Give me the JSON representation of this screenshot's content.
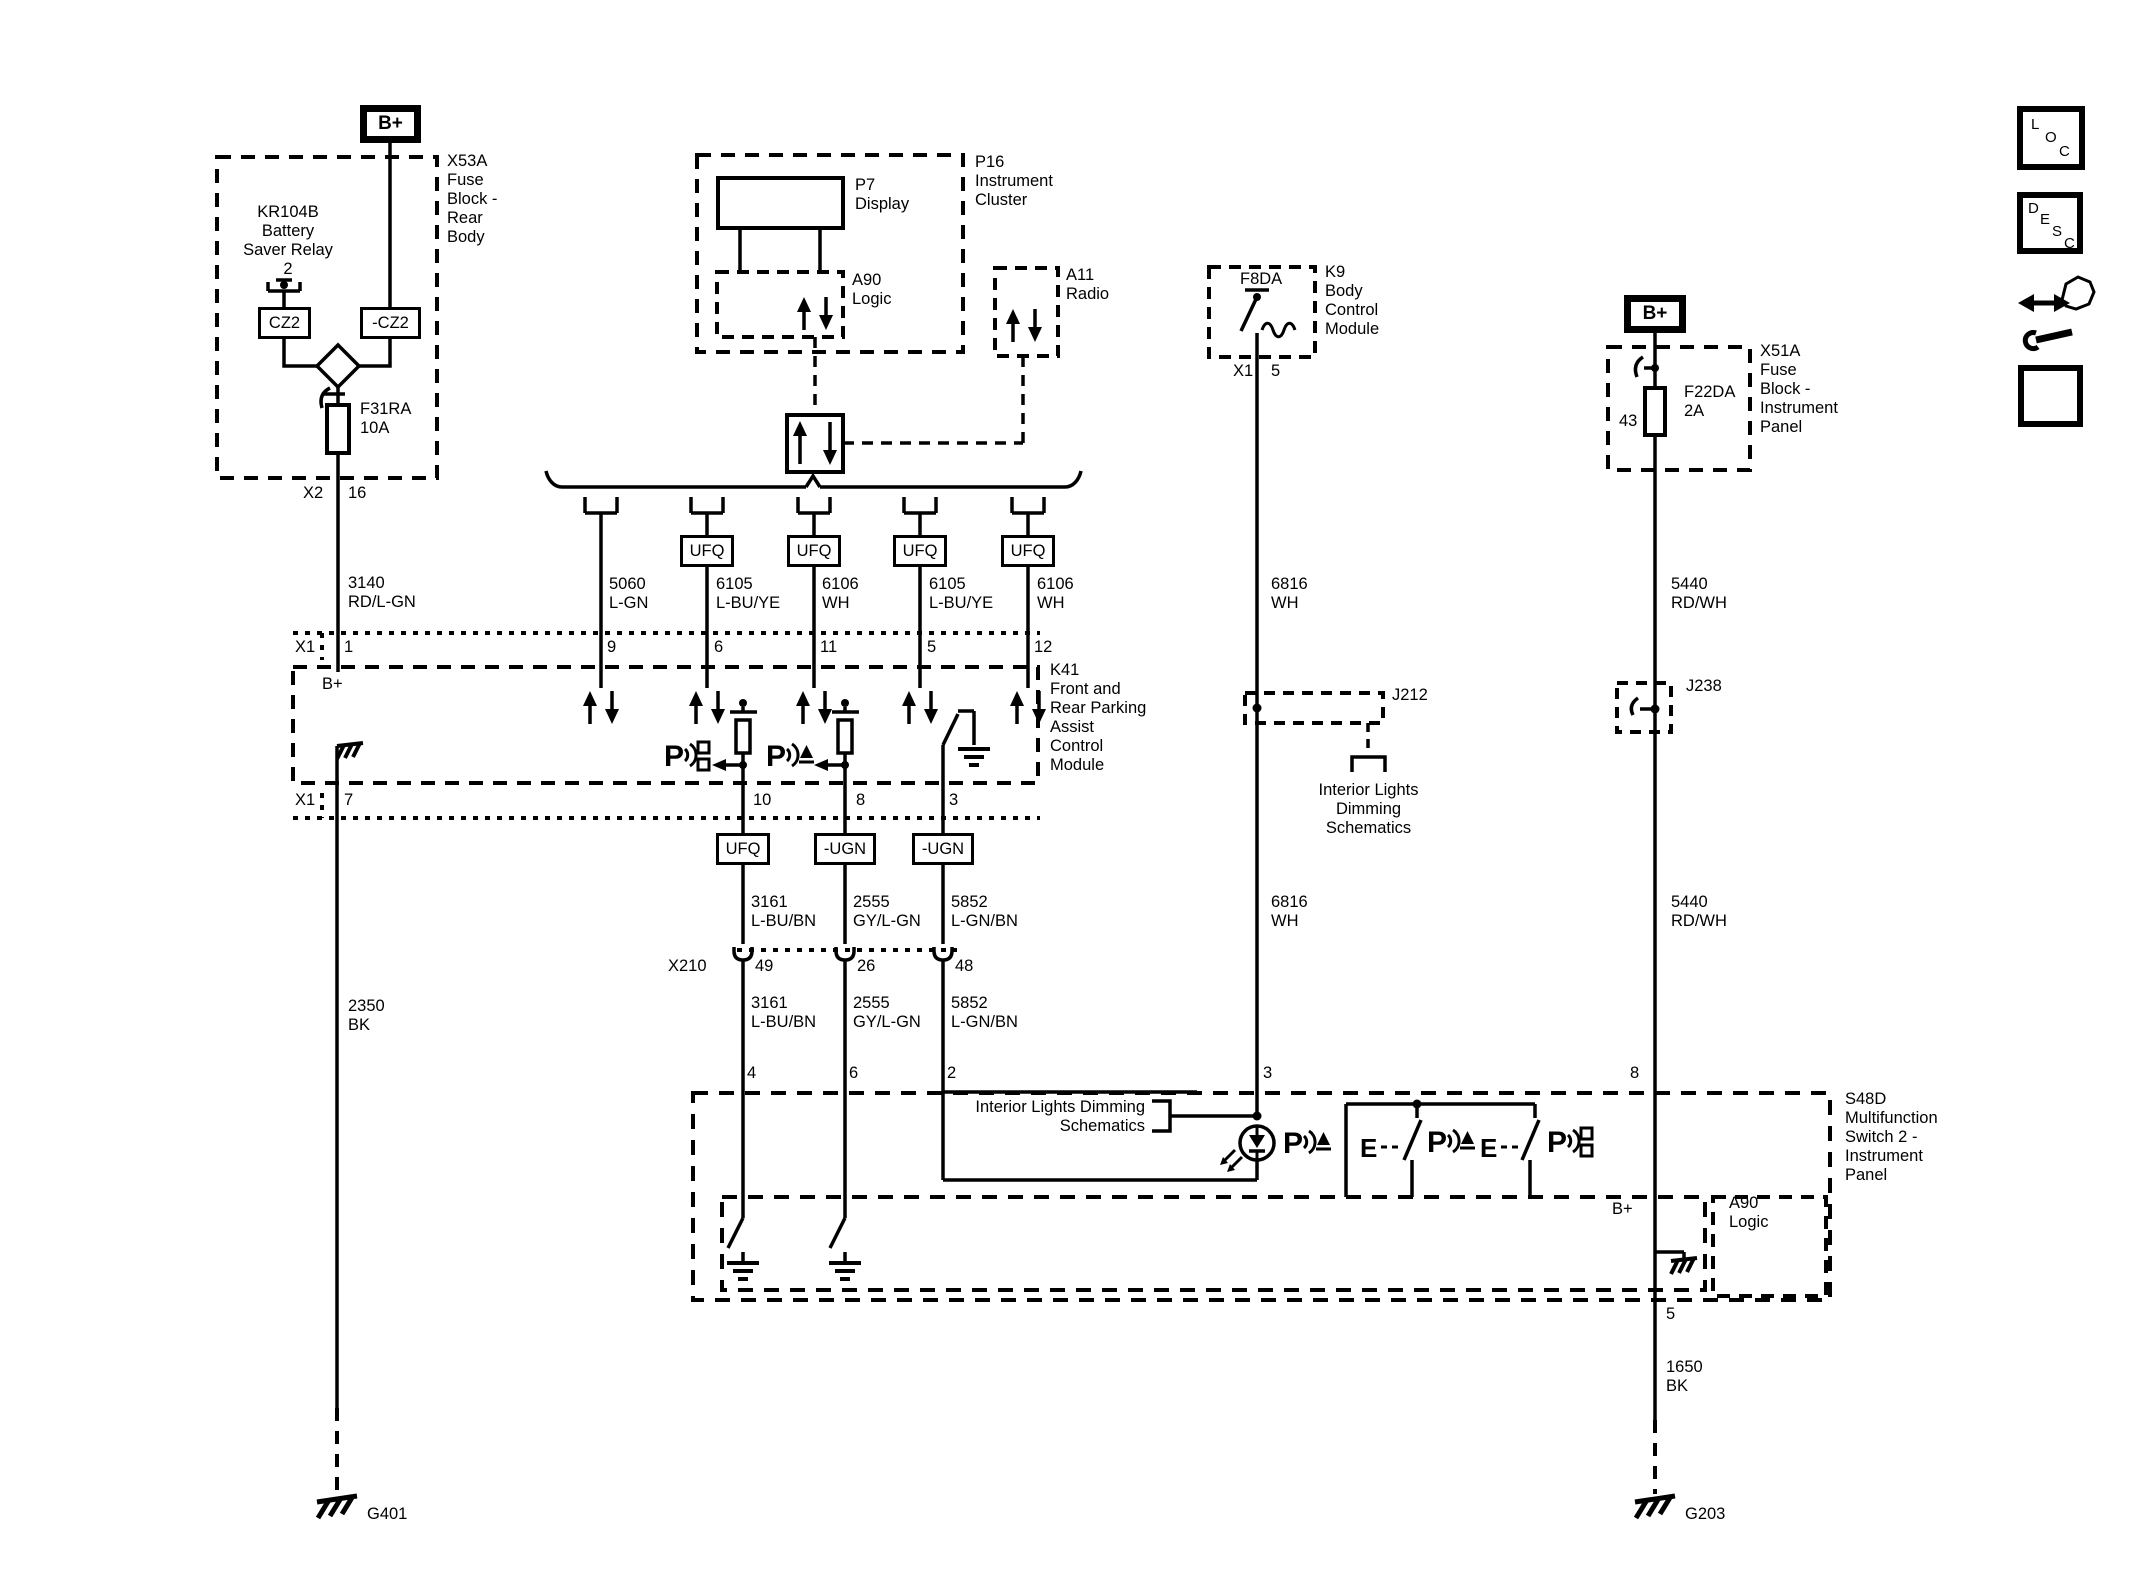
{
  "page": {
    "bg": "#ffffff",
    "ink": "#000000"
  },
  "terminals": {
    "b_plus": "B+"
  },
  "x53a": {
    "name": "X53A\nFuse\nBlock -\nRear\nBody",
    "relay": "KR104B\nBattery\nSaver Relay\n2",
    "cz2": "CZ2",
    "neg_cz2": "-CZ2",
    "fuse": "F31RA\n10A",
    "conn": "X2",
    "pin": "16"
  },
  "cluster": {
    "name": "P16\nInstrument\nCluster",
    "display": "P7\nDisplay",
    "logic": "A90\nLogic"
  },
  "radio": {
    "name": "A11\nRadio"
  },
  "k41": {
    "name": "K41\nFront and\nRear Parking\nAssist\nControl\nModule",
    "conn_label": "X1",
    "b_plus": "B+",
    "pins_top": [
      "1",
      "9",
      "6",
      "11",
      "5",
      "12"
    ],
    "pins_bottom": [
      "7",
      "10",
      "8",
      "3"
    ]
  },
  "terms": {
    "ufq": "UFQ",
    "neg_ugn": "-UGN"
  },
  "wires": {
    "w3140": "3140\nRD/L-GN",
    "w5060": "5060\nL-GN",
    "w6105": "6105\nL-BU/YE",
    "w6106": "6106\nWH",
    "w3161": "3161\nL-BU/BN",
    "w2555": "2555\nGY/L-GN",
    "w5852": "5852\nL-GN/BN",
    "w6816": "6816\nWH",
    "w5440": "5440\nRD/WH",
    "w2350": "2350\nBK",
    "w1650": "1650\nBK"
  },
  "x210": {
    "name": "X210",
    "pins": [
      "49",
      "26",
      "48"
    ]
  },
  "bcm": {
    "fuse": "F8DA",
    "name": "K9\nBody\nControl\nModule",
    "conn": "X1",
    "pin": "5"
  },
  "j212": {
    "name": "J212",
    "ref": "Interior Lights\nDimming\nSchematics"
  },
  "j238": {
    "name": "J238"
  },
  "x51a": {
    "name": "X51A\nFuse\nBlock -\nInstrument\nPanel",
    "fuse": "F22DA\n2A",
    "pin": "43"
  },
  "s48d": {
    "name": "S48D\nMultifunction\nSwitch 2 -\nInstrument\nPanel",
    "pins_top": [
      "4",
      "6",
      "2",
      "3",
      "8"
    ],
    "pin_bottom": "5",
    "b_plus": "B+",
    "logic": "A90\nLogic",
    "dim_box": "Interior Lights Dimming\nSchematics"
  },
  "grounds": {
    "g401": "G401",
    "g203": "G203"
  },
  "icons": {
    "p": "P",
    "e": "E",
    "loc": [
      "L",
      "O",
      "C"
    ],
    "desc": [
      "D",
      "E",
      "S",
      "C"
    ]
  }
}
